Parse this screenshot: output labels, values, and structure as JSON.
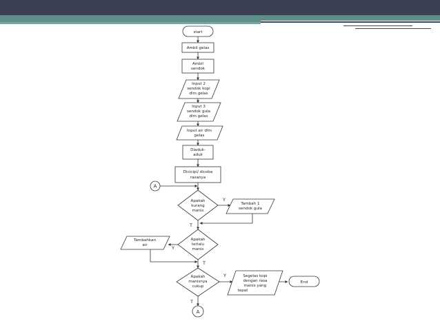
{
  "flowchart": {
    "start": "start",
    "ambil_gelas": "Ambil gelas",
    "ambil_sendok": [
      "Ambil",
      "sendok"
    ],
    "input_kopi": [
      "Input  2",
      "sendok kopi",
      "dlm gelas"
    ],
    "input_gula": [
      "Input  3",
      "sendok gula",
      "dlm gelas"
    ],
    "input_air": [
      "Input  air dlm",
      "gelas"
    ],
    "diaduk": [
      "Diaduk-",
      "aduk"
    ],
    "dicicipi": [
      "Dicicipi/ dicoba",
      "rasanya"
    ],
    "connector_top": "A",
    "kurang_manis": [
      "Apakah",
      "kurang",
      "manis"
    ],
    "tambah_gula": [
      "Tambah 1",
      "sendok gula"
    ],
    "terlalu_manis": [
      "Apakah",
      "terlalu",
      "manis"
    ],
    "tambahkan_air": [
      "Tambahkan",
      "air"
    ],
    "manisnya_cukup": [
      "Apakah",
      "manisnya",
      "cukup"
    ],
    "segelas_kopi": [
      "Segelas    kopi",
      "dengan     rasa",
      "manis     yang",
      "tepat"
    ],
    "end": "End",
    "connector_bottom": "A",
    "label_y1": "Y",
    "label_t1": "T",
    "label_y2": "Y",
    "label_t2": "T",
    "label_y3": "Y",
    "label_t3": "T"
  }
}
